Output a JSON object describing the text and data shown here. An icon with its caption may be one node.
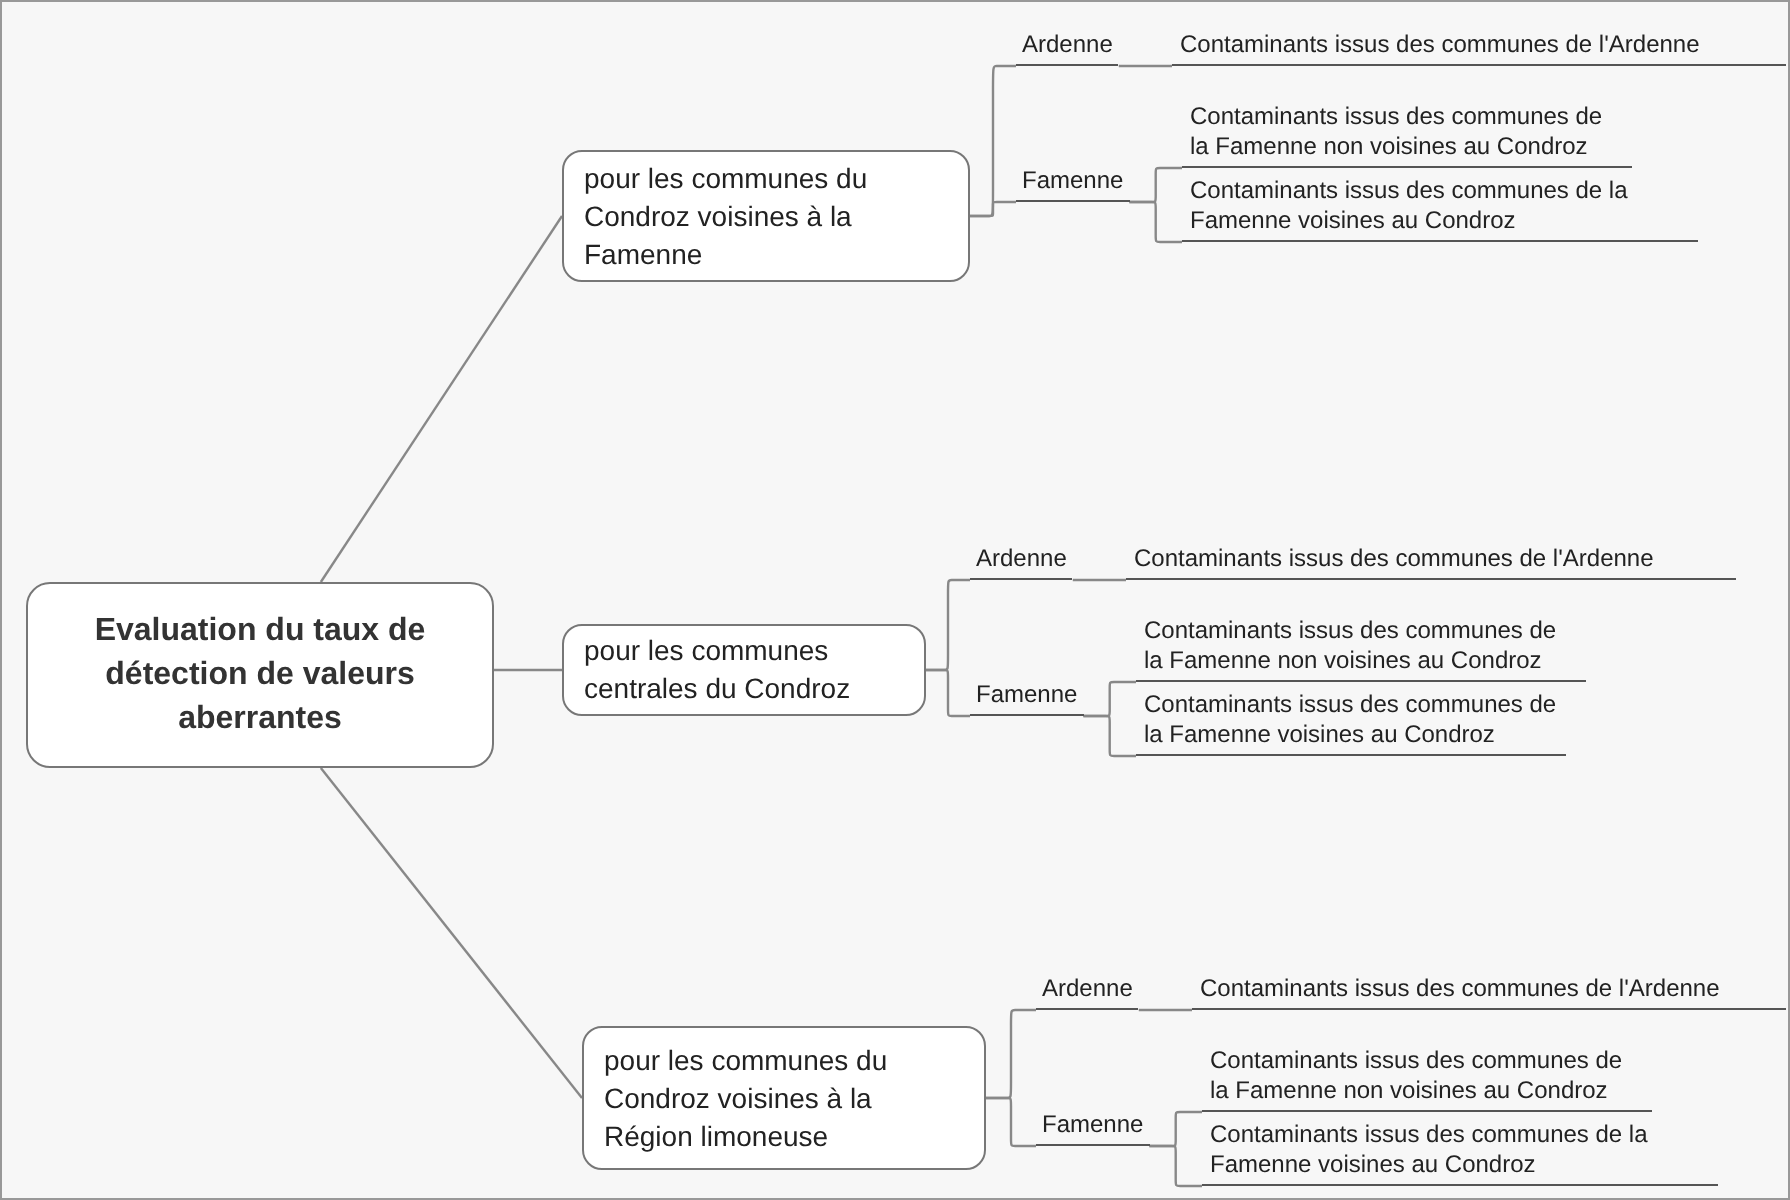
{
  "diagram": {
    "nodes": [
      {
        "text": [
          "Evaluation du taux de détection de valeurs aberrantes"
        ]
      },
      {
        "text": [
          "pour les communes du Condroz voisines à la Famenne"
        ]
      },
      {
        "text": [
          "Ardenne"
        ]
      },
      {
        "text": [
          "Contaminants issus des communes de l'Ardenne"
        ]
      },
      {
        "text": [
          "Famenne"
        ]
      },
      {
        "text": [
          "Contaminants issus des communes de la Famenne non voisines au Condroz"
        ]
      },
      {
        "text": [
          "Contaminants issus des communes de la Famenne voisines au Condroz"
        ]
      },
      {
        "text": [
          "pour les communes centrales du Condroz"
        ]
      },
      {
        "text": [
          "Ardenne"
        ]
      },
      {
        "text": [
          "Contaminants issus des communes de l'Ardenne"
        ]
      },
      {
        "text": [
          "Famenne"
        ]
      },
      {
        "text": [
          "Contaminants issus des communes de la Famenne non voisines au Condroz"
        ]
      },
      {
        "text": [
          "Contaminants issus des communes de la Famenne voisines au Condroz"
        ]
      },
      {
        "text": [
          "pour les communes du Condroz voisines à la Région limoneuse"
        ]
      },
      {
        "text": [
          "Ardenne"
        ]
      },
      {
        "text": [
          "Contaminants issus des communes de l'Ardenne"
        ]
      },
      {
        "text": [
          "Famenne"
        ]
      },
      {
        "text": [
          "Contaminants issus des communes de la Famenne non voisines au Condroz"
        ]
      },
      {
        "text": [
          "Contaminants issus des communes de la Famenne voisines au Condroz"
        ]
      }
    ],
    "edges": [
      {
        "from": 0,
        "to": 1,
        "arrow": "none"
      },
      {
        "from": 1,
        "to": 2,
        "arrow": "none"
      },
      {
        "from": 2,
        "to": 3,
        "arrow": "none"
      },
      {
        "from": 1,
        "to": 4,
        "arrow": "none"
      },
      {
        "from": 4,
        "to": 5,
        "arrow": "none"
      },
      {
        "from": 4,
        "to": 6,
        "arrow": "none"
      },
      {
        "from": 0,
        "to": 7,
        "arrow": "none"
      },
      {
        "from": 7,
        "to": 8,
        "arrow": "none"
      },
      {
        "from": 8,
        "to": 9,
        "arrow": "none"
      },
      {
        "from": 7,
        "to": 10,
        "arrow": "none"
      },
      {
        "from": 10,
        "to": 11,
        "arrow": "none"
      },
      {
        "from": 10,
        "to": 12,
        "arrow": "none"
      },
      {
        "from": 0,
        "to": 13,
        "arrow": "none"
      },
      {
        "from": 13,
        "to": 14,
        "arrow": "none"
      },
      {
        "from": 14,
        "to": 15,
        "arrow": "none"
      },
      {
        "from": 13,
        "to": 16,
        "arrow": "none"
      },
      {
        "from": 16,
        "to": 17,
        "arrow": "none"
      },
      {
        "from": 16,
        "to": 18,
        "arrow": "none"
      }
    ]
  }
}
